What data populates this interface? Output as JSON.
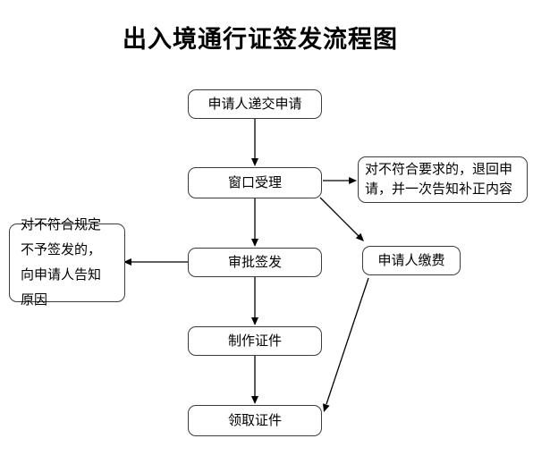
{
  "page": {
    "title": "出入境通行证签发流程图"
  },
  "flowchart": {
    "type": "flowchart",
    "nodes": [
      {
        "id": "submit",
        "label": "申请人递交申请"
      },
      {
        "id": "window",
        "label": "窗口受理"
      },
      {
        "id": "approve",
        "label": "审批签发"
      },
      {
        "id": "produce",
        "label": "制作证件"
      },
      {
        "id": "collect",
        "label": "领取证件"
      },
      {
        "id": "return",
        "label": "对不符合要求的，退回申请，并一次告知补正内容"
      },
      {
        "id": "refuse",
        "label": "对不符合规定不予签发的，向申请人告知原因"
      },
      {
        "id": "pay",
        "label": "申请人缴费"
      }
    ],
    "edges": [
      {
        "from": "申请人递交申请",
        "to": "窗口受理"
      },
      {
        "from": "窗口受理",
        "to": "审批签发"
      },
      {
        "from": "窗口受理",
        "to": "对不符合要求的，退回申请，并一次告知补正内容"
      },
      {
        "from": "窗口受理",
        "to": "申请人缴费"
      },
      {
        "from": "审批签发",
        "to": "对不符合规定不予签发的，向申请人告知原因"
      },
      {
        "from": "审批签发",
        "to": "制作证件"
      },
      {
        "from": "制作证件",
        "to": "领取证件"
      },
      {
        "from": "申请人缴费",
        "to": "领取证件"
      }
    ],
    "colors": {
      "background": "#ffffff",
      "node_border": "#3c3c3c",
      "arrow": "#000000",
      "text": "#000000"
    }
  }
}
